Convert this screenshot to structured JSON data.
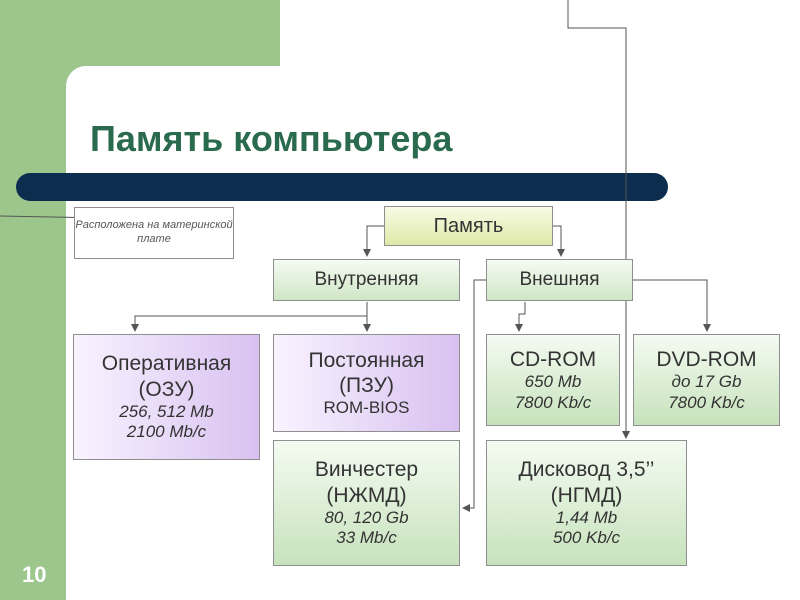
{
  "slide": {
    "title": "Память компьютера",
    "page_number": "10",
    "note": "Расположена на материнской плате"
  },
  "tree": {
    "root": "Память",
    "internal": "Внутренняя",
    "external": "Внешняя",
    "ram": {
      "name": "Оперативная",
      "abbr": "(ОЗУ)",
      "spec1": "256, 512 Mb",
      "spec2": "2100 Mb/c"
    },
    "rom": {
      "name": "Постоянная",
      "abbr": "(ПЗУ)",
      "spec1": "ROM-BIOS"
    },
    "hdd": {
      "name": "Винчестер",
      "abbr": "(НЖМД)",
      "spec1": "80, 120 Gb",
      "spec2": "33 Mb/c"
    },
    "cdrom": {
      "name": "CD-ROM",
      "spec1": "650 Mb",
      "spec2": "7800 Kb/c"
    },
    "dvdrom": {
      "name": "DVD-ROM",
      "spec1": "до 17 Gb",
      "spec2": "7800 Kb/c"
    },
    "floppy": {
      "name": "Дисковод 3,5’’",
      "abbr": "(НГМД)",
      "spec1": "1,44 Mb",
      "spec2": "500 Kb/c"
    }
  },
  "colors": {
    "background": "#9dc68d",
    "title": "#2a6b4f",
    "title_bar": "#0d2d4e",
    "purple_box": "#d8c1f0",
    "green_box": "#c7e2bc"
  }
}
